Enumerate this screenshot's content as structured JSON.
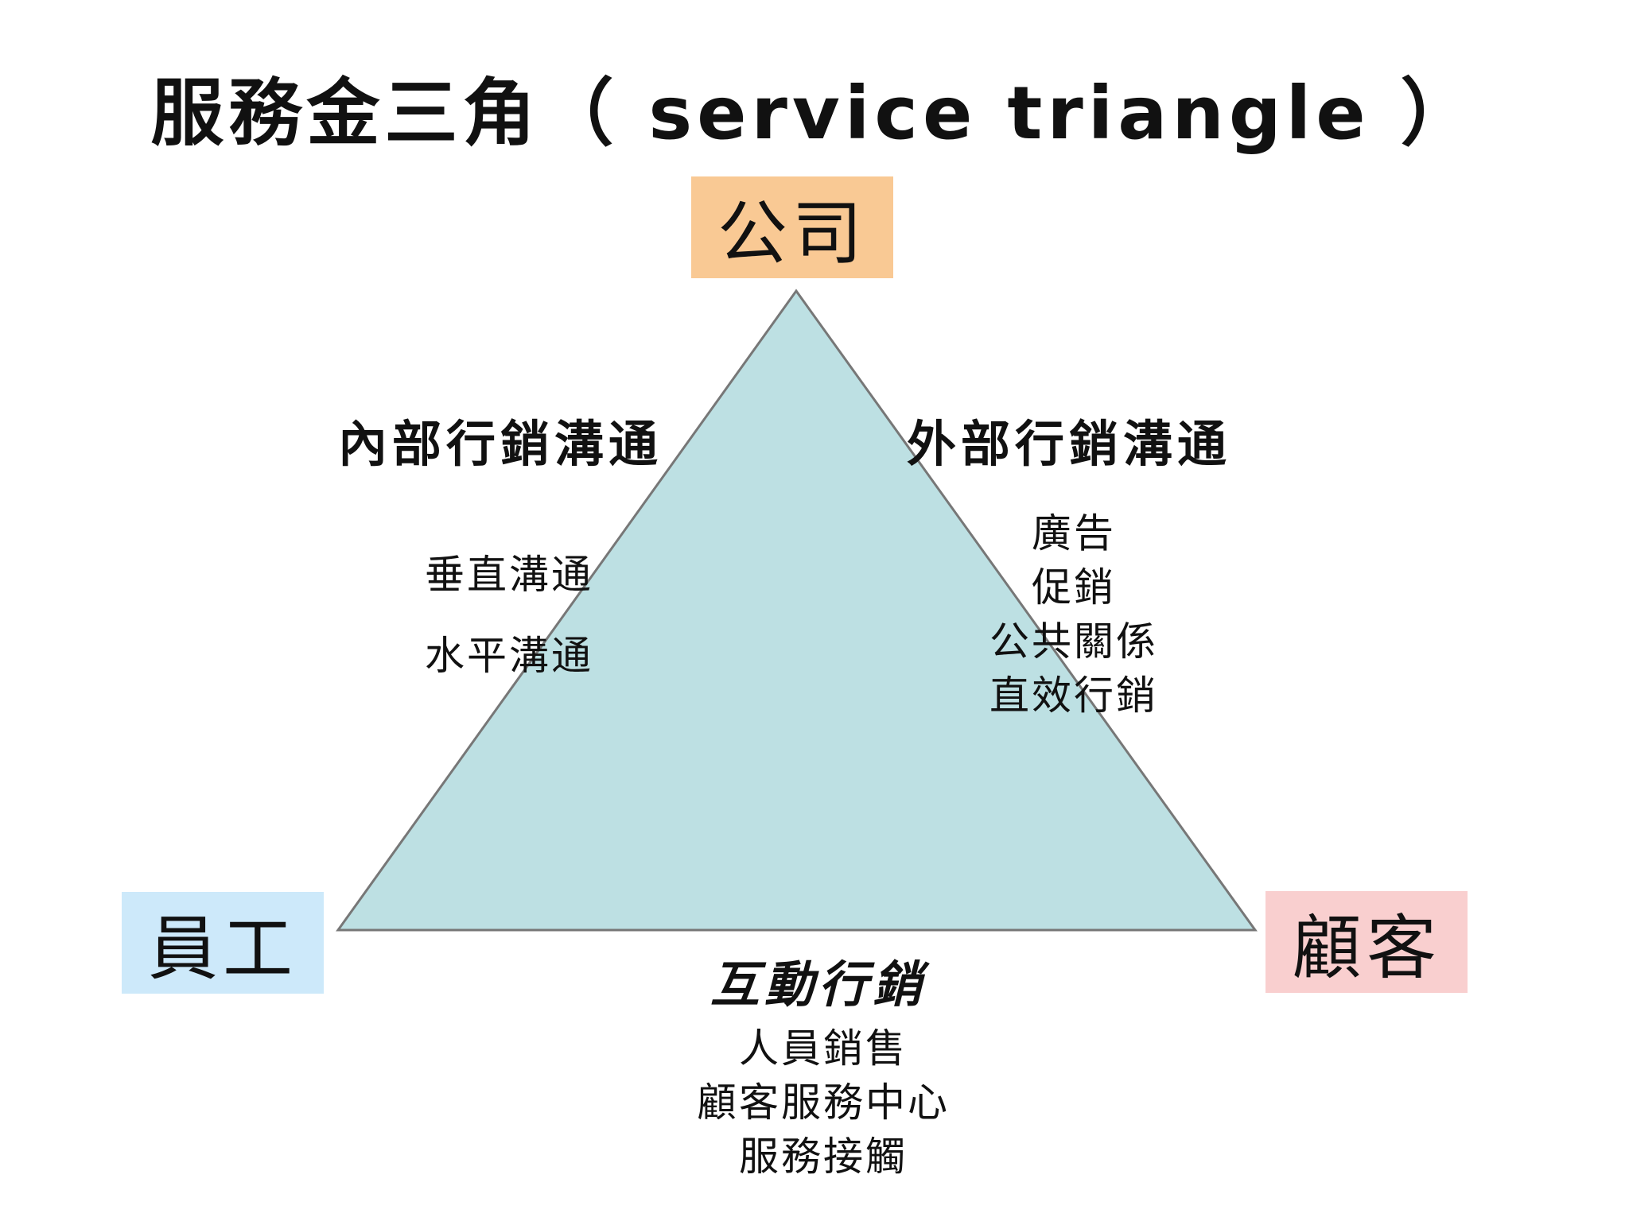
{
  "title": "服務金三角（  service triangle  ）",
  "nodes": {
    "company": {
      "label": "公司",
      "color": "#f9c994"
    },
    "employee": {
      "label": "員工",
      "color": "#cde9fa"
    },
    "customer": {
      "label": "顧客",
      "color": "#f9cfcf"
    }
  },
  "triangle": {
    "fill": "#bde0e3",
    "stroke": "#777777"
  },
  "internal_marketing": {
    "title": "內部行銷溝通",
    "items": [
      "垂直溝通",
      "水平溝通"
    ]
  },
  "external_marketing": {
    "title": "外部行銷溝通",
    "items": [
      "廣告",
      "促銷",
      "公共關係",
      "直效行銷"
    ]
  },
  "interactive_marketing": {
    "title": "互動行銷",
    "items": [
      "人員銷售",
      "顧客服務中心",
      "服務接觸"
    ]
  }
}
